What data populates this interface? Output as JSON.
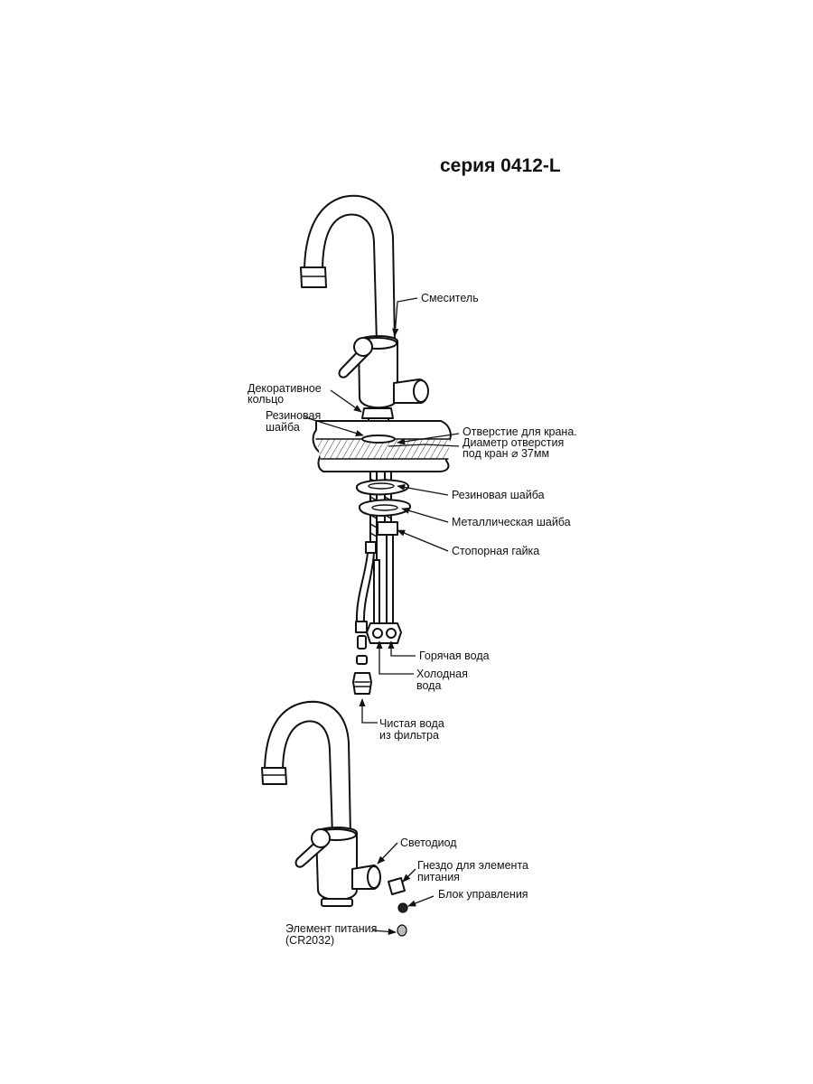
{
  "title": "серия 0412-L",
  "labels": {
    "mixer": "Смеситель",
    "decor_ring_1": "Декоративное",
    "decor_ring_2": "кольцо",
    "rubber_washer_top_1": "Резиновая",
    "rubber_washer_top_2": "шайба",
    "hole_1": "Отверстие для крана.",
    "hole_2": "Диаметр отверстия",
    "hole_3": "под кран ⌀ 37мм",
    "rubber_washer": "Резиновая шайба",
    "metal_washer": "Металлическая шайба",
    "lock_nut": "Стопорная гайка",
    "hot_water": "Горячая вода",
    "cold_water_1": "Холодная",
    "cold_water_2": "вода",
    "clean_water_1": "Чистая вода",
    "clean_water_2": "из фильтра",
    "led": "Светодиод",
    "battery_socket_1": "Гнездо для элемента",
    "battery_socket_2": "питания",
    "control_unit": "Блок управления",
    "battery_1": "Элемент питания",
    "battery_2": "(CR2032)"
  }
}
